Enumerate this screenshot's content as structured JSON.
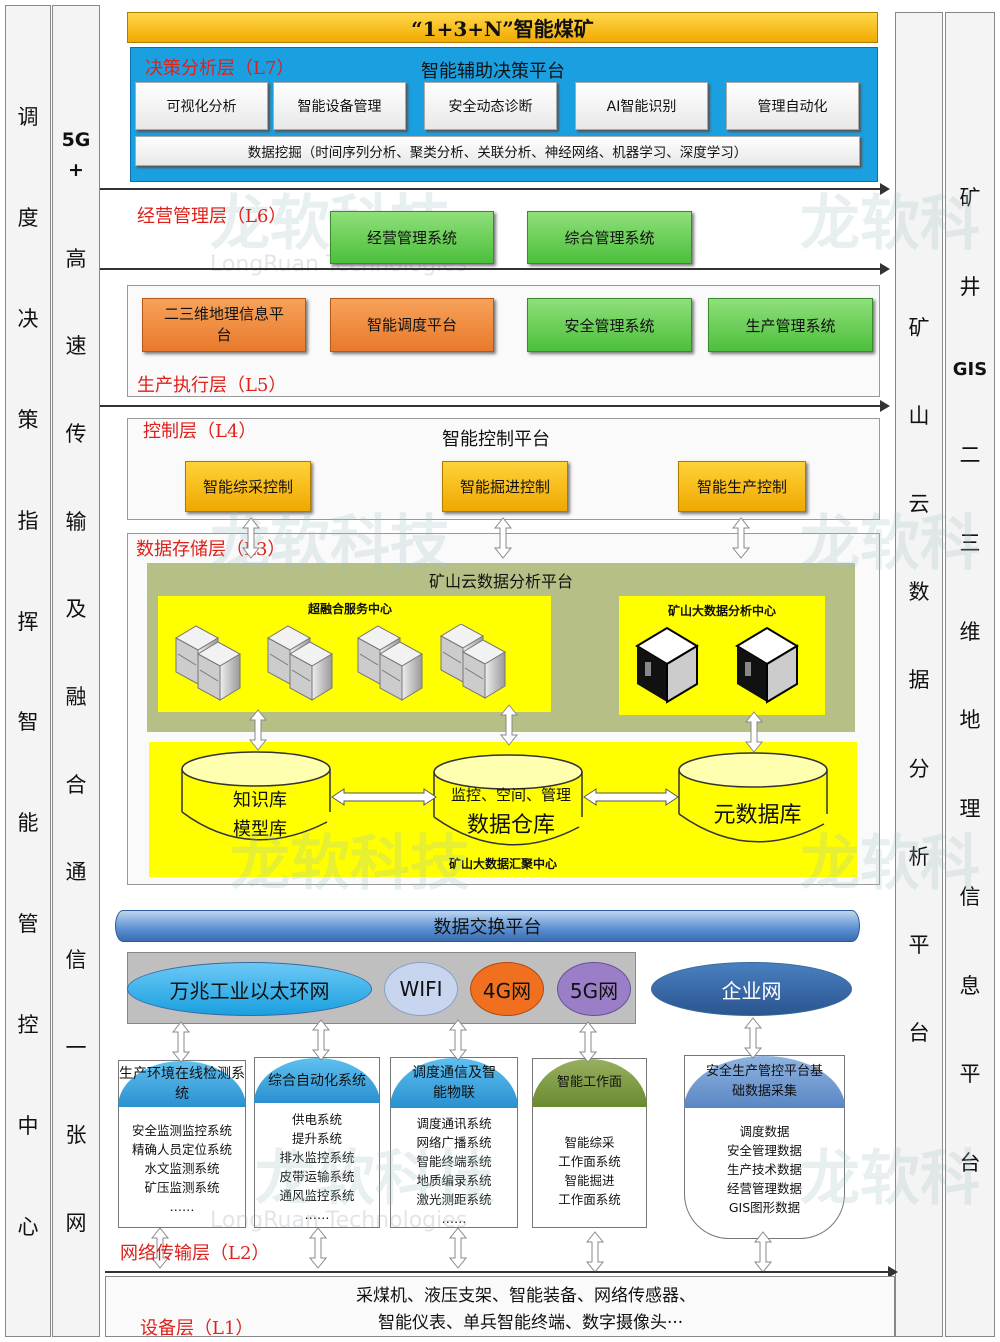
{
  "left_columns": [
    {
      "chars": [
        "调",
        "度",
        "决",
        "策",
        "指",
        "挥",
        "智",
        "能",
        "管",
        "控",
        "中",
        "心"
      ]
    },
    {
      "head": [
        "5G",
        "+"
      ],
      "chars": [
        "高",
        "速",
        "传",
        "输",
        "及",
        "融",
        "合",
        "通",
        "信",
        "一",
        "张",
        "网"
      ]
    }
  ],
  "right_columns": [
    {
      "chars": [
        "矿",
        "山",
        "云",
        "数",
        "据",
        "分",
        "析",
        "平",
        "台"
      ]
    },
    {
      "chars": [
        "矿",
        "井",
        "GIS",
        "二",
        "三",
        "维",
        "地",
        "理",
        "信",
        "息",
        "平",
        "台"
      ]
    }
  ],
  "title": "“1+3+N”智能煤矿",
  "l7": {
    "label": "决策分析层（L7）",
    "title": "智能辅助决策平台",
    "buttons": [
      "可视化分析",
      "智能设备管理",
      "安全动态诊断",
      "AI智能识别",
      "管理自动化"
    ],
    "mining": "数据挖掘（时间序列分析、聚类分析、关联分析、神经网络、机器学习、深度学习）"
  },
  "l6": {
    "label": "经营管理层（L6）",
    "systems": [
      "经营管理系统",
      "综合管理系统"
    ]
  },
  "l5": {
    "label": "生产执行层（L5）",
    "orange": [
      "二三维地理信息平台",
      "智能调度平台"
    ],
    "green": [
      "安全管理系统",
      "生产管理系统"
    ]
  },
  "l4": {
    "label": "控制层（L4）",
    "title": "智能控制平台",
    "controls": [
      "智能综采控制",
      "智能掘进控制",
      "智能生产控制"
    ]
  },
  "l3": {
    "label": "数据存储层（L3）",
    "cloud_title": "矿山云数据分析平台",
    "hyper": "超融合服务中心",
    "bigdata": "矿山大数据分析中心",
    "knowledge": [
      "知识库",
      "模型库"
    ],
    "warehouse_top": "监控、空间、管理",
    "warehouse": "数据仓库",
    "meta": "元数据库",
    "hub": "矿山大数据汇聚中心"
  },
  "exchange": "数据交换平台",
  "networks": {
    "ethernet": "万兆工业以太环网",
    "wifi": "WIFI",
    "g4": "4G网",
    "g5": "5G网",
    "enterprise": "企业网"
  },
  "subsystems": [
    {
      "title": "生产环境在线检测系统",
      "items": [
        "安全监测监控系统",
        "精确人员定位系统",
        "水文监测系统",
        "矿压监测系统",
        "……"
      ]
    },
    {
      "title": "综合自动化系统",
      "items": [
        "供电系统",
        "提升系统",
        "排水监控系统",
        "皮带运输系统",
        "通风监控系统",
        "……"
      ]
    },
    {
      "title": "调度通信及智能物联",
      "items": [
        "调度通讯系统",
        "网络广播系统",
        "智能终端系统",
        "地质编录系统",
        "激光测距系统",
        "……"
      ]
    },
    {
      "title": "智能工作面",
      "items": [
        "智能综采",
        "工作面系统",
        "智能掘进",
        "工作面系统"
      ]
    },
    {
      "title": "安全生产管控平台基础数据采集",
      "items": [
        "调度数据",
        "安全管理数据",
        "生产技术数据",
        "经营管理数据",
        "GIS图形数据"
      ]
    }
  ],
  "l2": {
    "label": "网络传输层（L2）"
  },
  "l1": {
    "label": "设备层（L1）",
    "line1": "采煤机、液压支架、智能装备、网络传感器、",
    "line2": "智能仪表、单兵智能终端、数字摄像头···"
  },
  "watermark": {
    "cn": "龙软科技",
    "en": "LongRuan Technologies"
  },
  "colors": {
    "l7_bg": "#1aa0e0",
    "title_bg": "#f5b800",
    "label_red": "#e0201a",
    "green": "#4cbf3c",
    "orange": "#e8792a",
    "yellow": "#ffff00",
    "olive": "#b5bf86",
    "enterprise": "#2f5f98"
  }
}
